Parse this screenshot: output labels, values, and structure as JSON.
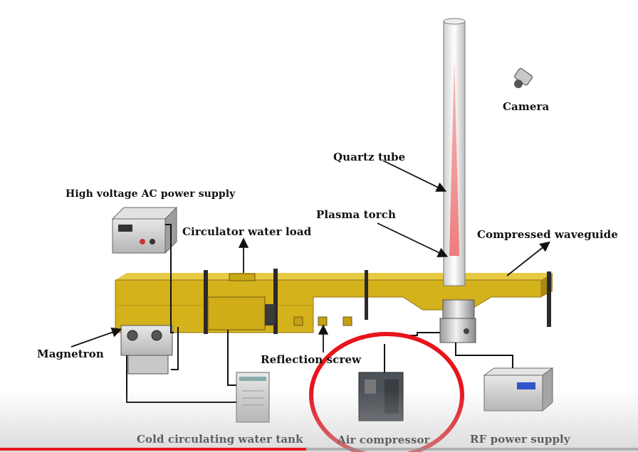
{
  "labels": {
    "camera": "Camera",
    "quartz_tube": "Quartz tube",
    "hv_power": "High voltage AC power supply",
    "plasma_torch": "Plasma torch",
    "circulator": "Circulator water load",
    "compressed_waveguide": "Compressed waveguide",
    "magnetron": "Magnetron",
    "reflection_screw": "Reflection screw",
    "cold_water_tank": "Cold circulating water tank",
    "air_compressor": "Air compressor",
    "rf_power": "RF power supply"
  },
  "colors": {
    "waveguide": "#d4b21c",
    "highlight_circle": "#e8141c",
    "plasma": "#f08a8a"
  },
  "video": {
    "progress_fraction": 0.48
  }
}
